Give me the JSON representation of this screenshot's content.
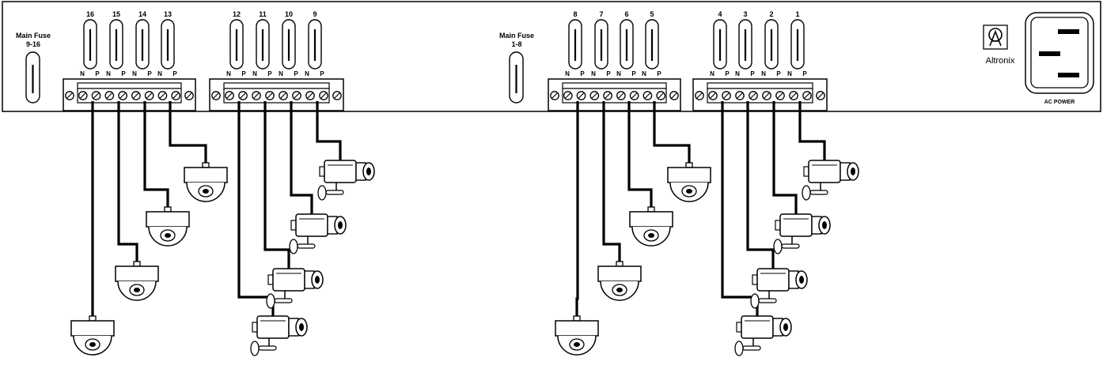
{
  "panel": {
    "main_fuse_left": {
      "title": "Main Fuse",
      "range": "9-16"
    },
    "main_fuse_right": {
      "title": "Main Fuse",
      "range": "1-8"
    },
    "brand": "Altronix",
    "ac_power_label": "AC POWER"
  },
  "fuse_groups": [
    {
      "numbers": [
        "16",
        "15",
        "14",
        "13"
      ]
    },
    {
      "numbers": [
        "12",
        "11",
        "10",
        "9"
      ]
    },
    {
      "numbers": [
        "8",
        "7",
        "6",
        "5"
      ]
    },
    {
      "numbers": [
        "4",
        "3",
        "2",
        "1"
      ]
    }
  ],
  "terminal_labels": {
    "negative": "N",
    "positive": "P"
  },
  "cameras": [
    {
      "output": "16",
      "type": "dome"
    },
    {
      "output": "15",
      "type": "dome"
    },
    {
      "output": "14",
      "type": "dome"
    },
    {
      "output": "13",
      "type": "dome"
    },
    {
      "output": "12",
      "type": "box"
    },
    {
      "output": "11",
      "type": "box"
    },
    {
      "output": "10",
      "type": "box"
    },
    {
      "output": "9",
      "type": "box"
    },
    {
      "output": "8",
      "type": "dome"
    },
    {
      "output": "7",
      "type": "dome"
    },
    {
      "output": "6",
      "type": "dome"
    },
    {
      "output": "5",
      "type": "dome"
    },
    {
      "output": "4",
      "type": "box"
    },
    {
      "output": "3",
      "type": "box"
    },
    {
      "output": "2",
      "type": "box"
    },
    {
      "output": "1",
      "type": "box"
    }
  ]
}
